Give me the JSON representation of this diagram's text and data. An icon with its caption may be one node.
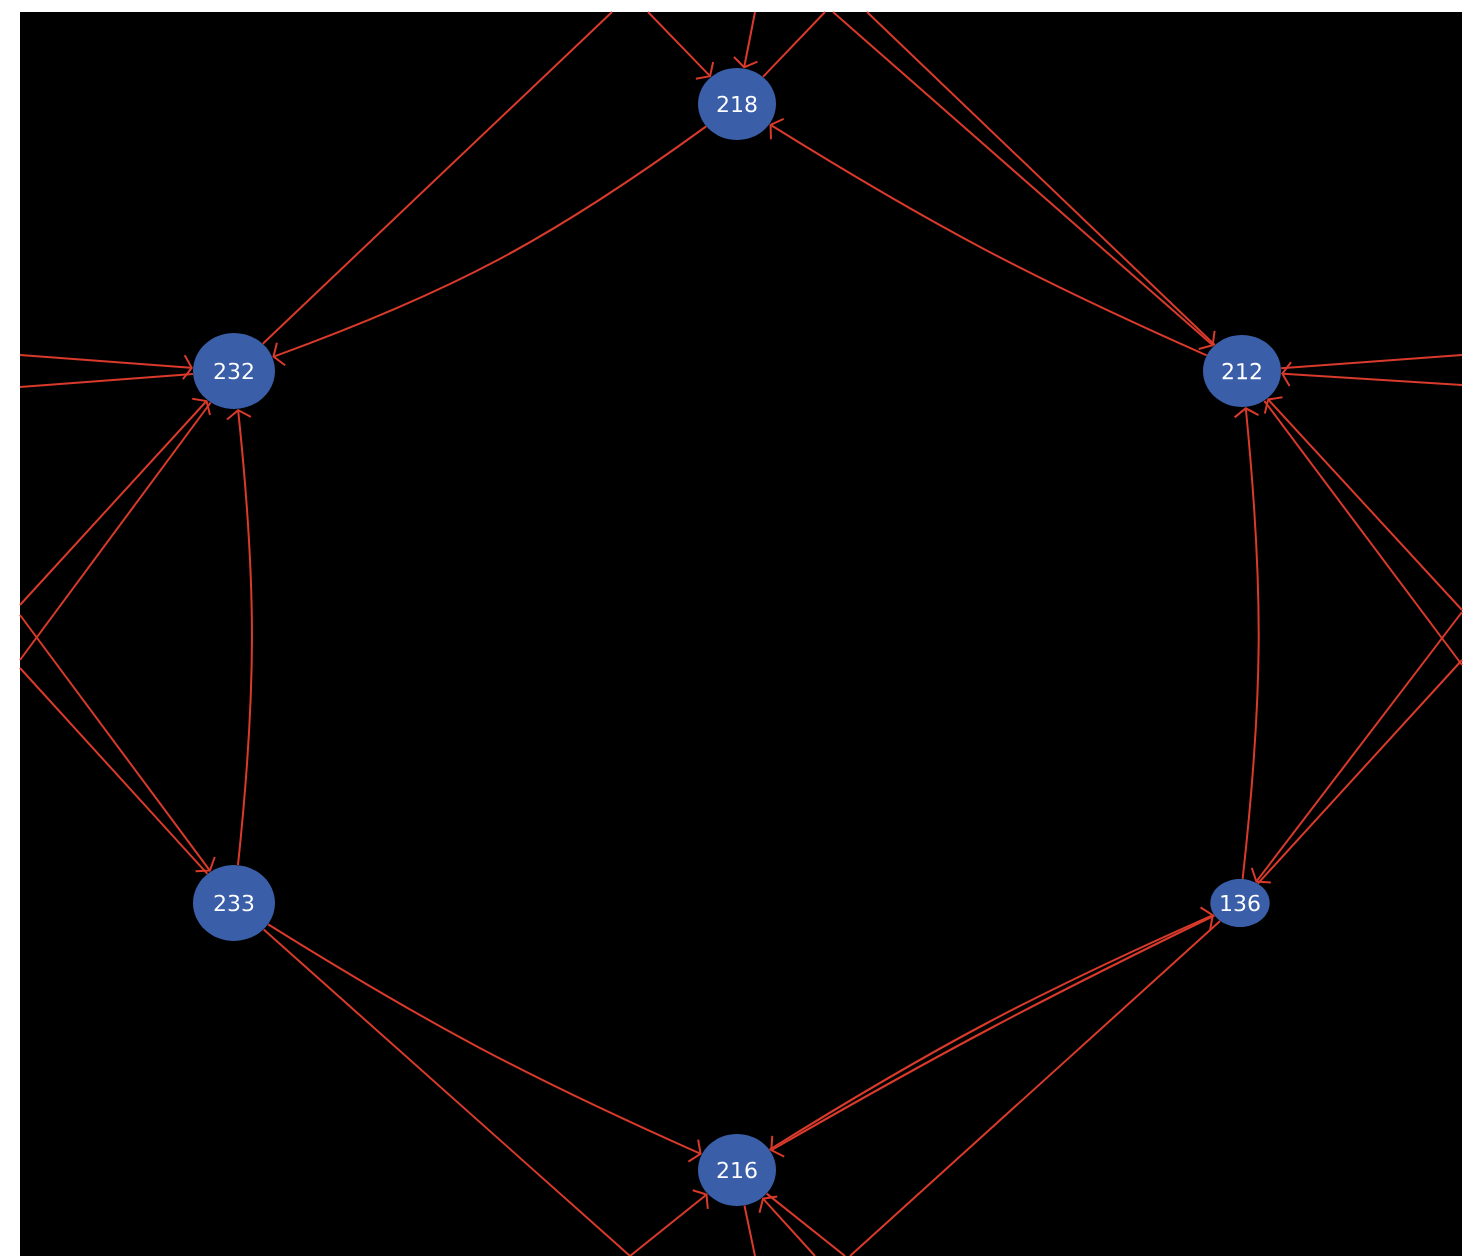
{
  "diagram": {
    "nodes": [
      {
        "text": [
          "218"
        ]
      },
      {
        "text": [
          "232"
        ]
      },
      {
        "text": [
          "212"
        ]
      },
      {
        "text": [
          "233"
        ]
      },
      {
        "text": [
          "136"
        ]
      },
      {
        "text": [
          "216"
        ]
      }
    ],
    "edges": [
      {
        "from": 0,
        "to": 1,
        "arrow": "to"
      },
      {
        "from": 2,
        "to": 0,
        "arrow": "to"
      },
      {
        "from": 3,
        "to": 1,
        "arrow": "to"
      },
      {
        "from": 4,
        "to": 2,
        "arrow": "to"
      },
      {
        "from": 3,
        "to": 5,
        "arrow": "to"
      },
      {
        "from": 5,
        "to": 4,
        "arrow": "to"
      },
      {
        "from": 4,
        "to": 5,
        "arrow": "to"
      },
      {
        "from": null,
        "to": 0,
        "arrow": "to"
      },
      {
        "from": null,
        "to": 0,
        "arrow": "to"
      },
      {
        "from": 0,
        "to": null,
        "arrow": "none"
      },
      {
        "from": 1,
        "to": null,
        "arrow": "none"
      },
      {
        "from": null,
        "to": 1,
        "arrow": "to"
      },
      {
        "from": 1,
        "to": null,
        "arrow": "none"
      },
      {
        "from": null,
        "to": 1,
        "arrow": "to"
      },
      {
        "from": 1,
        "to": null,
        "arrow": "none"
      },
      {
        "from": null,
        "to": 3,
        "arrow": "to"
      },
      {
        "from": 3,
        "to": null,
        "arrow": "none"
      },
      {
        "from": 3,
        "to": null,
        "arrow": "none"
      },
      {
        "from": null,
        "to": 2,
        "arrow": "to"
      },
      {
        "from": 2,
        "to": null,
        "arrow": "none"
      },
      {
        "from": null,
        "to": 2,
        "arrow": "to"
      },
      {
        "from": 2,
        "to": null,
        "arrow": "none"
      },
      {
        "from": null,
        "to": 2,
        "arrow": "to"
      },
      {
        "from": 2,
        "to": null,
        "arrow": "none"
      },
      {
        "from": null,
        "to": 4,
        "arrow": "to"
      },
      {
        "from": 4,
        "to": null,
        "arrow": "none"
      },
      {
        "from": 4,
        "to": null,
        "arrow": "none"
      },
      {
        "from": null,
        "to": 5,
        "arrow": "to"
      },
      {
        "from": 5,
        "to": null,
        "arrow": "none"
      },
      {
        "from": null,
        "to": 5,
        "arrow": "to"
      },
      {
        "from": 5,
        "to": null,
        "arrow": "none"
      }
    ]
  }
}
